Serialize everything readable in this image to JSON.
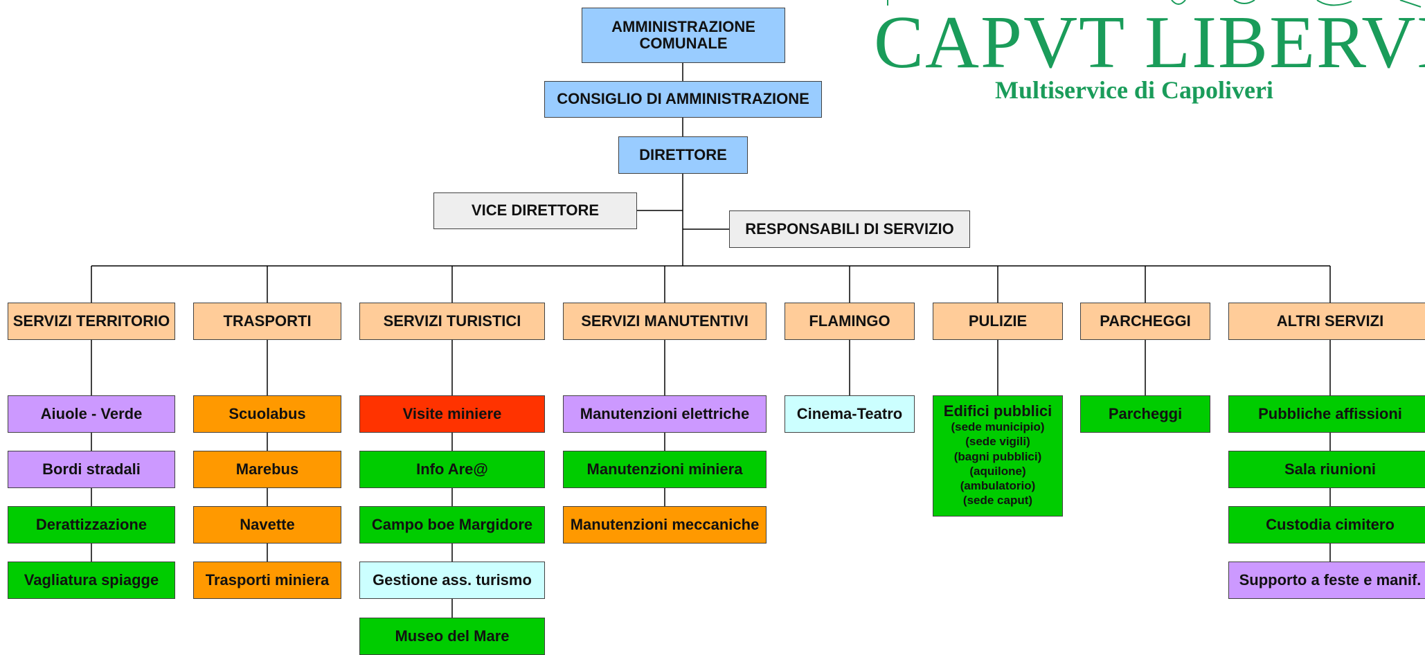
{
  "logo": {
    "title": "CAPVT LIBERVM",
    "subtitle": "Multiservice di Capoliveri",
    "color": "#1a9c5a"
  },
  "top": {
    "admin": "AMMINISTRAZIONE COMUNALE",
    "consiglio": "CONSIGLIO DI AMMINISTRAZIONE",
    "direttore": "DIRETTORE",
    "vice": "VICE DIRETTORE",
    "responsabili": "RESPONSABILI DI SERVIZIO"
  },
  "departments": [
    {
      "label": "SERVIZI TERRITORIO",
      "items": [
        "Aiuole - Verde",
        "Bordi stradali",
        "Derattizzazione",
        "Vagliatura spiagge"
      ]
    },
    {
      "label": "TRASPORTI",
      "items": [
        "Scuolabus",
        "Marebus",
        "Navette",
        "Trasporti miniera"
      ]
    },
    {
      "label": "SERVIZI TURISTICI",
      "items": [
        "Visite miniere",
        "Info Are@",
        "Campo boe Margidore",
        "Gestione ass. turismo",
        "Museo del Mare"
      ]
    },
    {
      "label": "SERVIZI MANUTENTIVI",
      "items": [
        "Manutenzioni elettriche",
        "Manutenzioni miniera",
        "Manutenzioni meccaniche"
      ]
    },
    {
      "label": "FLAMINGO",
      "items": [
        "Cinema-Teatro"
      ]
    },
    {
      "label": "PULIZIE",
      "items": [
        "Edifici pubblici"
      ],
      "subitems": [
        "(sede municipio)",
        "(sede vigili)",
        "(bagni pubblici)",
        "(aquilone)",
        "(ambulatorio)",
        "(sede caput)"
      ]
    },
    {
      "label": "PARCHEGGI",
      "items": [
        "Parcheggi"
      ]
    },
    {
      "label": "ALTRI SERVIZI",
      "items": [
        "Pubbliche affissioni",
        "Sala riunioni",
        "Custodia cimitero",
        "Supporto a feste e manif."
      ]
    }
  ],
  "colors": {
    "blue": "#99ccff",
    "gray": "#eeeeee",
    "peach": "#ffcc99",
    "purple": "#cc99ff",
    "orange": "#ff9900",
    "green": "#00cc00",
    "red": "#ff3300",
    "cyan": "#ccffff"
  }
}
